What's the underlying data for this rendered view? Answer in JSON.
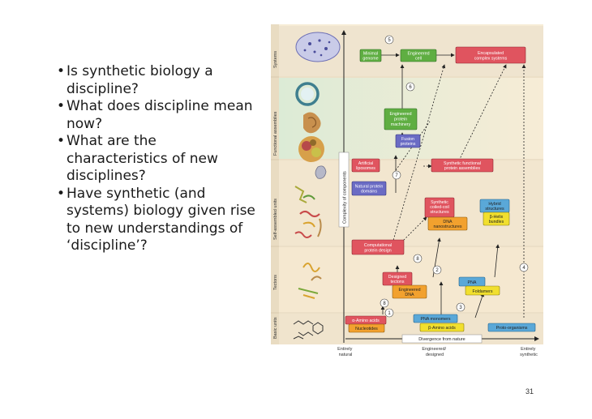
{
  "bullets": [
    "Is synthetic biology a discipline?",
    "What does discipline mean now?",
    "What are the characteristics of new disciplines?",
    "Have synthetic (and systems) biology given rise to new understandings of ‘discipline’?"
  ],
  "page_number": "31",
  "figure": {
    "y_axis_label": "Complexity of components",
    "rows": [
      "Systems",
      "Functional assemblies",
      "Self-assembled units",
      "Tectons",
      "Basic units"
    ],
    "x_arrow_label": "Divergence from nature",
    "x_labels": {
      "left": [
        "Entirely",
        "natural"
      ],
      "middle": [
        "Engineered/",
        "designed"
      ],
      "right": [
        "Entirely",
        "synthetic"
      ]
    },
    "boxes": {
      "minimal_genome": [
        "Minimal",
        "genome"
      ],
      "engineered_cell": [
        "Engineered",
        "cell"
      ],
      "encapsulated_systems": [
        "Encapsulated",
        "complex systems"
      ],
      "engineered_machinery": [
        "Engineered",
        "protein",
        "machinery"
      ],
      "fusion_proteins": [
        "Fusion",
        "proteins"
      ],
      "artificial_liposomes": [
        "Artificial",
        "liposomes"
      ],
      "synthetic_functional": [
        "Synthetic functional",
        "protein assemblies"
      ],
      "natural_domains": [
        "Natural protein",
        "domains"
      ],
      "synthetic_coiled": [
        "Synthetic",
        "coiled-coil",
        "structures"
      ],
      "dna_nanostructures": [
        "DNA",
        "nanostructures"
      ],
      "hybrid_structures": [
        "Hybrid",
        "structures"
      ],
      "beta_helix": [
        "β-Helix",
        "bundles"
      ],
      "computational_design": [
        "Computational",
        "protein design"
      ],
      "designed_tectons": [
        "Designed",
        "tectons"
      ],
      "engineered_dna": [
        "Engineered",
        "DNA"
      ],
      "pna": [
        "PNA"
      ],
      "foldamers": [
        "Foldamers"
      ],
      "alpha_amino": [
        "α-Amino acids"
      ],
      "nucleotides": [
        "Nucleotides"
      ],
      "pna_monomers": [
        "PNA monomers"
      ],
      "beta_amino": [
        "β-Amino acids"
      ],
      "proto_organisms": [
        "Proto-organisms"
      ]
    },
    "step_numbers": {
      "n1": "1",
      "n2": "2",
      "n3": "3",
      "n4": "4",
      "n5": "5",
      "n6": "6",
      "n7": "7",
      "n8": "8"
    },
    "colors": {
      "green": "#5fae42",
      "red": "#e0545f",
      "purple": "#6a6bc4",
      "orange": "#f2a12e",
      "yellow": "#f1df2e",
      "blue": "#5aa8d8",
      "panel": "#f7ecd6"
    }
  }
}
